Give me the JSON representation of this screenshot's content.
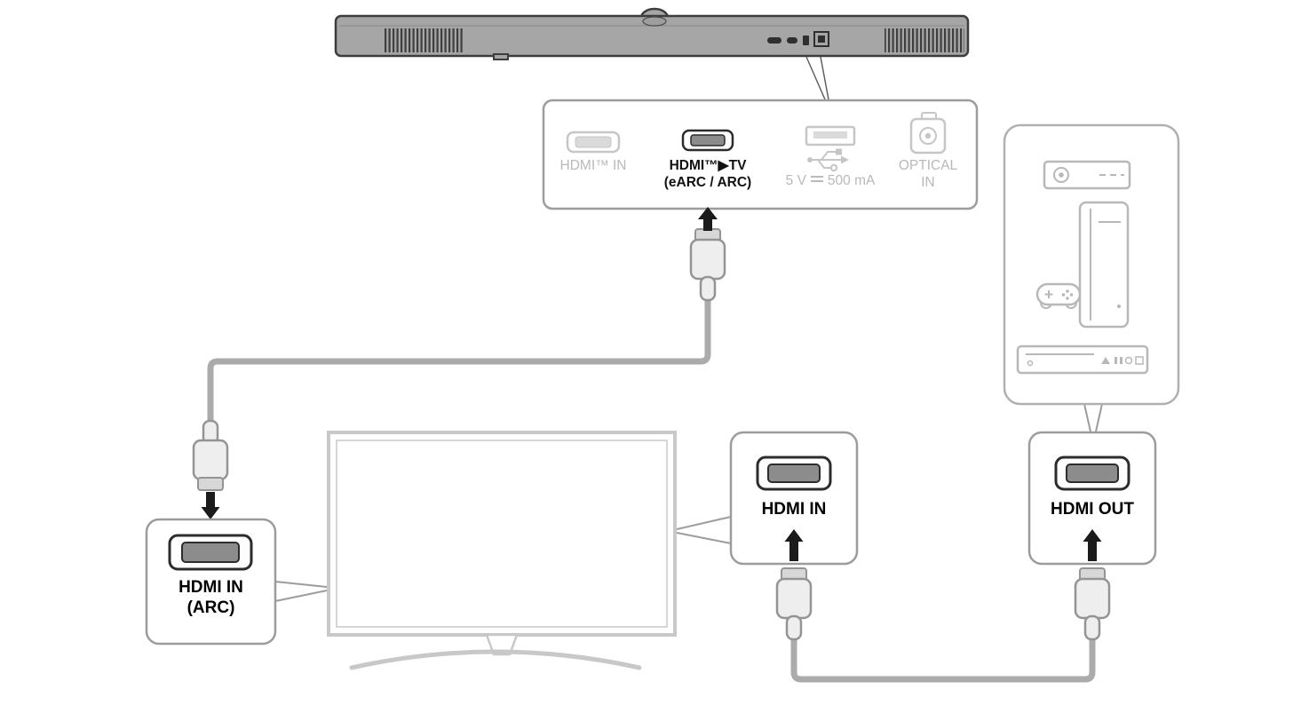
{
  "colors": {
    "background": "#ffffff",
    "soundbar_fill": "#a6a6a6",
    "outline_dark": "#3d3d3d",
    "muted_icon": "#c6c6c6",
    "muted_text": "#b9b9b9",
    "active_text": "#111111",
    "cable": "#ababab",
    "callout_border": "#9c9c9c",
    "tv_outline": "#c8c8c8",
    "device_icon": "#b8b8b8",
    "arrow": "#1b1b1b",
    "port_inner": "#8c8c8c"
  },
  "ports_panel": {
    "hdmi_in_label": "HDMI™ IN",
    "hdmi_tv_label": "HDMI™▶TV",
    "hdmi_tv_sublabel": "(eARC / ARC)",
    "usb_label_prefix": "5 V",
    "usb_label_suffix": "500 mA",
    "optical_label": "OPTICAL",
    "optical_sublabel": "IN"
  },
  "arc_box": {
    "label": "HDMI IN",
    "sublabel": "(ARC)"
  },
  "tv_hdmi_box": {
    "label": "HDMI IN"
  },
  "source_hdmi_box": {
    "label": "HDMI OUT"
  },
  "devices": [
    "set-top-box",
    "game-console",
    "blu-ray-player"
  ]
}
